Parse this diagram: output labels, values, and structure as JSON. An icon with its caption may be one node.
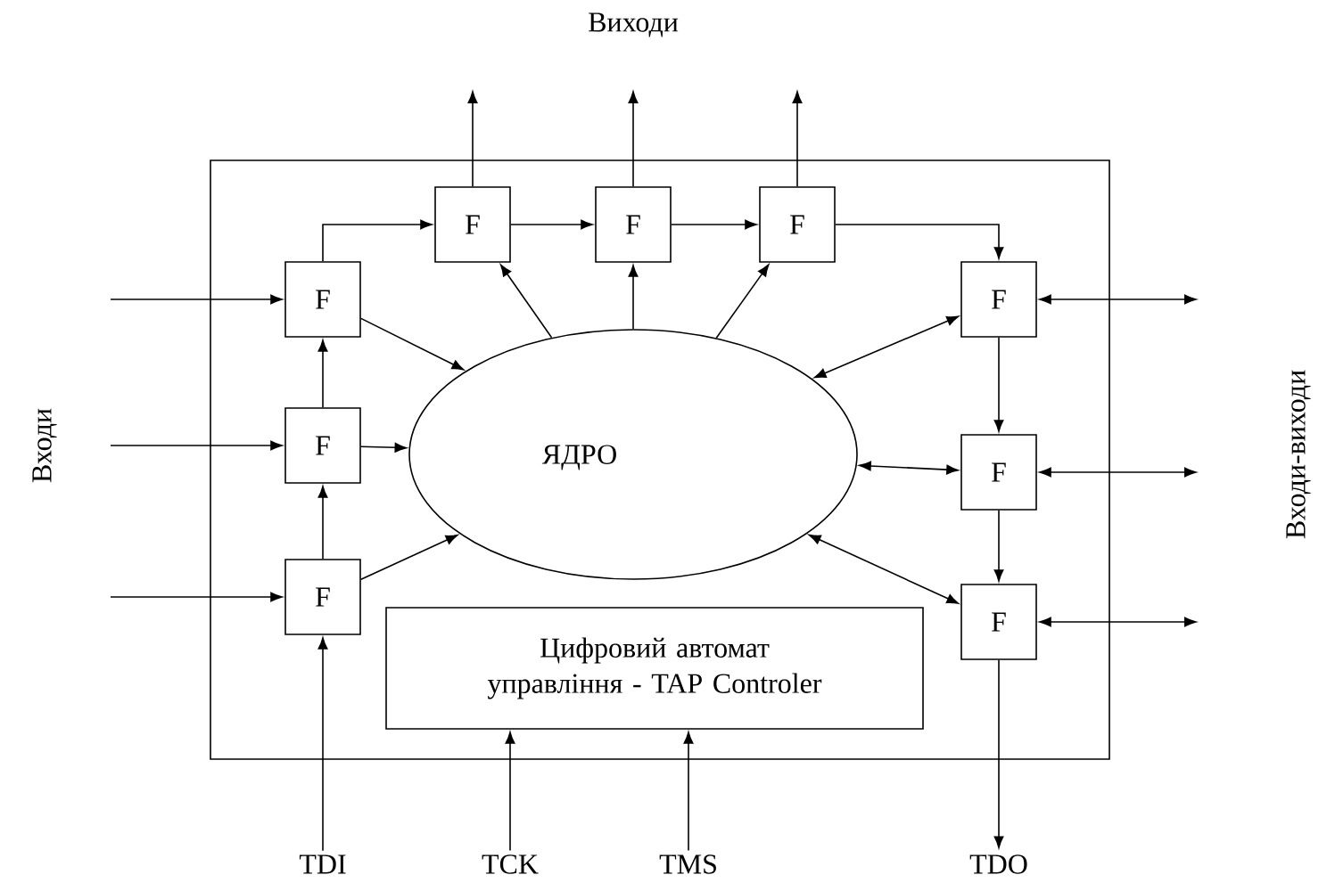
{
  "diagram": {
    "nodes": [
      {
        "text": [],
        "shape": "box"
      },
      {
        "text": [
          "F"
        ],
        "in": 0
      },
      {
        "text": [
          "F"
        ],
        "in": 0
      },
      {
        "text": [
          "F"
        ],
        "in": 0
      },
      {
        "text": [
          "F"
        ],
        "in": 0
      },
      {
        "text": [
          "F"
        ],
        "in": 0
      },
      {
        "text": [
          "F"
        ],
        "in": 0
      },
      {
        "text": [
          "F"
        ],
        "in": 0
      },
      {
        "text": [
          "F"
        ],
        "in": 0
      },
      {
        "text": [
          "F"
        ],
        "in": 0
      },
      {
        "text": [
          "ЯДРО"
        ],
        "in": 0
      },
      {
        "text": [
          "Цифровий автомат управління - TAP Controler"
        ],
        "in": 0
      },
      {
        "text": [
          "TDI"
        ]
      },
      {
        "text": [
          "TCK"
        ]
      },
      {
        "text": [
          "TMS"
        ]
      },
      {
        "text": [
          "TDO"
        ]
      }
    ],
    "edges": [
      {
        "from": null,
        "to": 1,
        "arrow": "to"
      },
      {
        "from": null,
        "to": 2,
        "arrow": "to"
      },
      {
        "from": null,
        "to": 3,
        "arrow": "to"
      },
      {
        "from": 3,
        "to": 2,
        "arrow": "to"
      },
      {
        "from": 2,
        "to": 1,
        "arrow": "to"
      },
      {
        "from": 1,
        "to": 4,
        "arrow": "to"
      },
      {
        "from": 4,
        "to": 5,
        "arrow": "to"
      },
      {
        "from": 5,
        "to": 6,
        "arrow": "to"
      },
      {
        "from": 6,
        "to": 7,
        "arrow": "to"
      },
      {
        "from": 7,
        "to": 8,
        "arrow": "to"
      },
      {
        "from": 8,
        "to": 9,
        "arrow": "to"
      },
      {
        "from": 9,
        "to": 15,
        "arrow": "to"
      },
      {
        "from": 12,
        "to": 3,
        "arrow": "to"
      },
      {
        "from": 13,
        "to": 11,
        "arrow": "to"
      },
      {
        "from": 14,
        "to": 11,
        "arrow": "to"
      },
      {
        "from": 1,
        "to": 10,
        "arrow": "to"
      },
      {
        "from": 2,
        "to": 10,
        "arrow": "to"
      },
      {
        "from": 3,
        "to": 10,
        "arrow": "to"
      },
      {
        "from": 10,
        "to": 4,
        "arrow": "to"
      },
      {
        "from": 10,
        "to": 5,
        "arrow": "to"
      },
      {
        "from": 10,
        "to": 6,
        "arrow": "to"
      },
      {
        "from": 10,
        "to": 7,
        "arrow": "both"
      },
      {
        "from": 10,
        "to": 8,
        "arrow": "both"
      },
      {
        "from": 10,
        "to": 9,
        "arrow": "both"
      },
      {
        "from": 4,
        "to": null,
        "arrow": "to"
      },
      {
        "from": 5,
        "to": null,
        "arrow": "to"
      },
      {
        "from": 6,
        "to": null,
        "arrow": "to"
      },
      {
        "from": 7,
        "to": null,
        "arrow": "both"
      },
      {
        "from": 8,
        "to": null,
        "arrow": "both"
      },
      {
        "from": 9,
        "to": null,
        "arrow": "both"
      }
    ],
    "labels": [
      "Виходи",
      "Входи",
      "Входи-виходи"
    ]
  }
}
